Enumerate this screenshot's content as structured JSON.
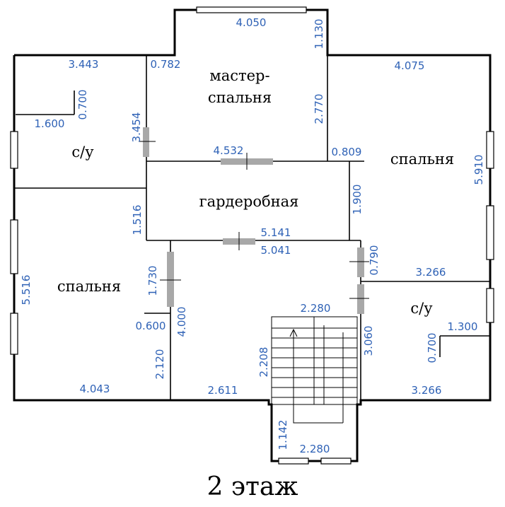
{
  "colors": {
    "wall": "#000000",
    "dimension_text": "#2f62b6",
    "door": "#a8a8a8",
    "background": "#ffffff"
  },
  "title": "2 этаж",
  "rooms": {
    "master_bedroom_line1": "мастер-",
    "master_bedroom_line2": "спальня",
    "bathroom_left": "с/у",
    "bathroom_right": "с/у",
    "bedroom_right": "спальня",
    "bedroom_left": "спальня",
    "wardrobe": "гардеробная"
  },
  "dimensions": [
    {
      "key": "master_top_width",
      "value": "4.050"
    },
    {
      "key": "master_top_height",
      "value": "1.130"
    },
    {
      "key": "bath_left_width",
      "value": "3.443"
    },
    {
      "key": "master_left_offset",
      "value": "0.782"
    },
    {
      "key": "right_bedroom_width",
      "value": "4.075"
    },
    {
      "key": "bath_left_partition_height",
      "value": "0.700"
    },
    {
      "key": "bath_left_partition_width",
      "value": "1.600"
    },
    {
      "key": "master_right_height",
      "value": "2.770"
    },
    {
      "key": "master_left_height",
      "value": "3.454"
    },
    {
      "key": "master_bottom_width",
      "value": "4.532"
    },
    {
      "key": "right_bedroom_step",
      "value": "0.809"
    },
    {
      "key": "right_bedroom_height",
      "value": "5.910"
    },
    {
      "key": "wardrobe_height_left",
      "value": "1.516"
    },
    {
      "key": "wardrobe_height_right",
      "value": "1.900"
    },
    {
      "key": "wardrobe_bottom_width",
      "value": "5.141"
    },
    {
      "key": "hall_top_width",
      "value": "5.041"
    },
    {
      "key": "hall_right_segment",
      "value": "0.790"
    },
    {
      "key": "bath_right_width",
      "value": "3.266"
    },
    {
      "key": "left_bedroom_height",
      "value": "5.516"
    },
    {
      "key": "hall_left_segment",
      "value": "1.730"
    },
    {
      "key": "stair_width_top",
      "value": "2.280"
    },
    {
      "key": "bath_right_partition_width",
      "value": "1.300"
    },
    {
      "key": "hall_left_partition_width",
      "value": "0.600"
    },
    {
      "key": "hall_left_height",
      "value": "4.000"
    },
    {
      "key": "stair_right_height",
      "value": "3.060"
    },
    {
      "key": "bath_right_partition_height",
      "value": "0.700"
    },
    {
      "key": "stair_left_height",
      "value": "2.208"
    },
    {
      "key": "hall_lower_left",
      "value": "2.120"
    },
    {
      "key": "left_bedroom_width",
      "value": "4.043"
    },
    {
      "key": "hall_bottom_width",
      "value": "2.611"
    },
    {
      "key": "right_bottom_width",
      "value": "3.266"
    },
    {
      "key": "bay_height",
      "value": "1.142"
    },
    {
      "key": "bay_width",
      "value": "2.280"
    }
  ]
}
